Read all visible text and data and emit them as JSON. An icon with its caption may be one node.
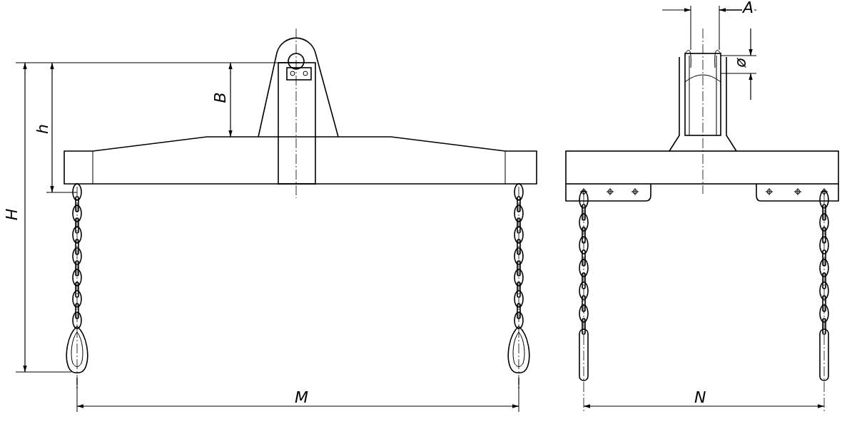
{
  "diagram": {
    "labels": [
      "A",
      "ø",
      "B",
      "h",
      "H",
      "M",
      "N"
    ]
  }
}
